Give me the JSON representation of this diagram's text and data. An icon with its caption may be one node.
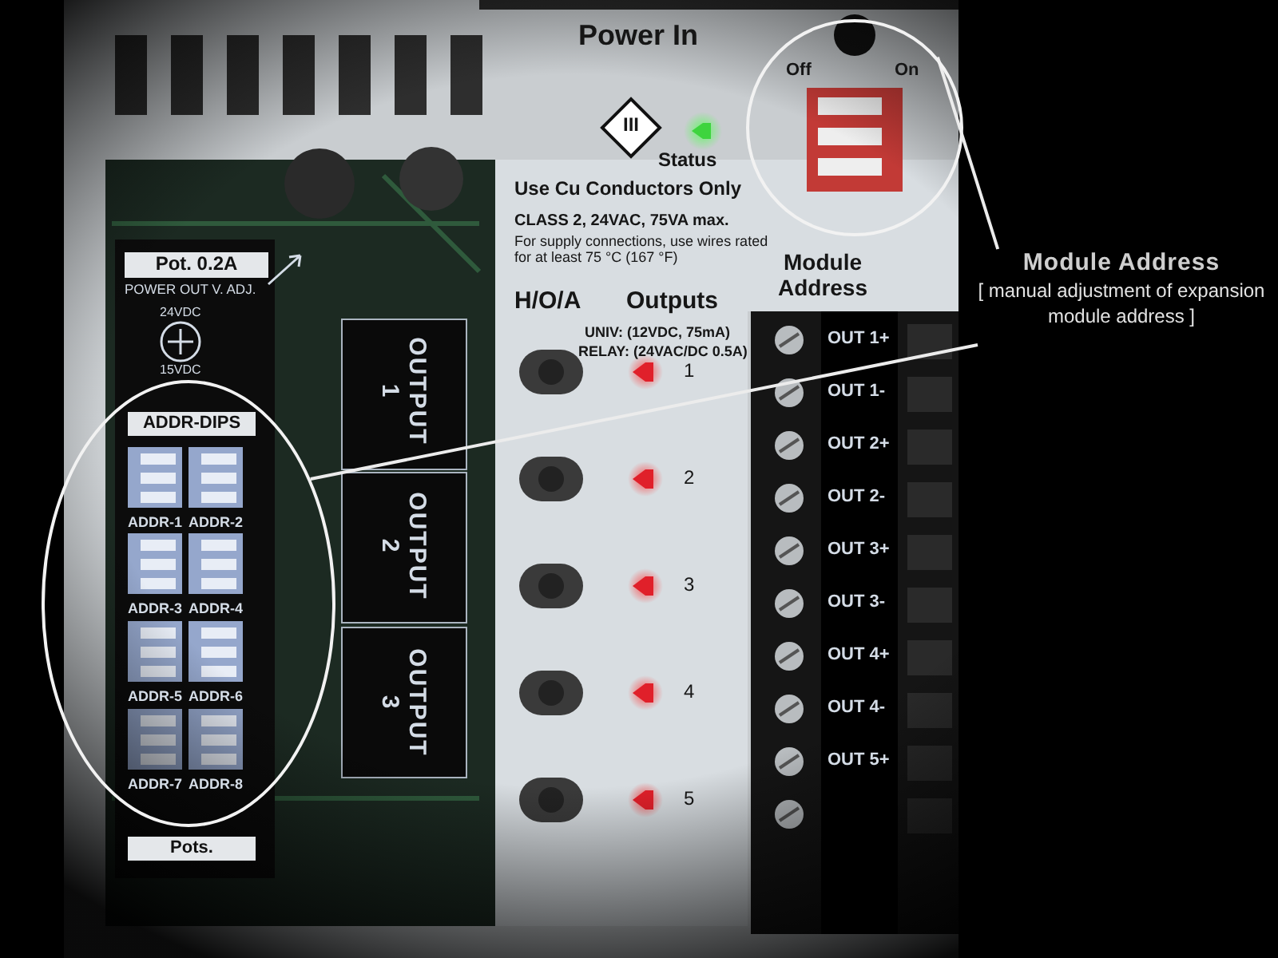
{
  "diagram": {
    "nodes": [
      {
        "text": [
          "Module Address",
          "[ manual adjustment of expansion module address ]"
        ]
      },
      {
        "text": [],
        "shape": "circle"
      },
      {
        "text": [],
        "shape": "ellipse"
      }
    ],
    "edges": [
      {
        "from": 0,
        "to": 1,
        "arrow": "none"
      },
      {
        "from": 0,
        "to": 2,
        "arrow": "none"
      }
    ],
    "labels": [
      "Power In",
      "Off",
      "On",
      "III",
      "Status",
      "Use Cu Conductors Only",
      "CLASS 2, 24VAC, 75VA max.",
      "For supply connections, use wires rated for at least 75 °C (167 °F)",
      "Module Address",
      "H/O/A",
      "Outputs",
      "Pot. 0.2A",
      "POWER OUT V. ADJ.",
      "24VDC",
      "15VDC",
      "OUTPUT 1",
      "OUTPUT 2",
      "OUTPUT 3",
      "ADDR-DIPS",
      "ADDR-1",
      "ADDR-2",
      "ADDR-3",
      "ADDR-4",
      "ADDR-5",
      "ADDR-6",
      "ADDR-7",
      "ADDR-8",
      "Pots.",
      "UNIV: (12VDC, 75mA)",
      "RELAY: (24VAC/DC 0.5A)",
      "1",
      "2",
      "3",
      "4",
      "5",
      "OUT 1+",
      "OUT 1-",
      "OUT 2+",
      "OUT 2-",
      "OUT 3+",
      "OUT 3-",
      "OUT 4+",
      "OUT 4-",
      "OUT 5+"
    ]
  }
}
